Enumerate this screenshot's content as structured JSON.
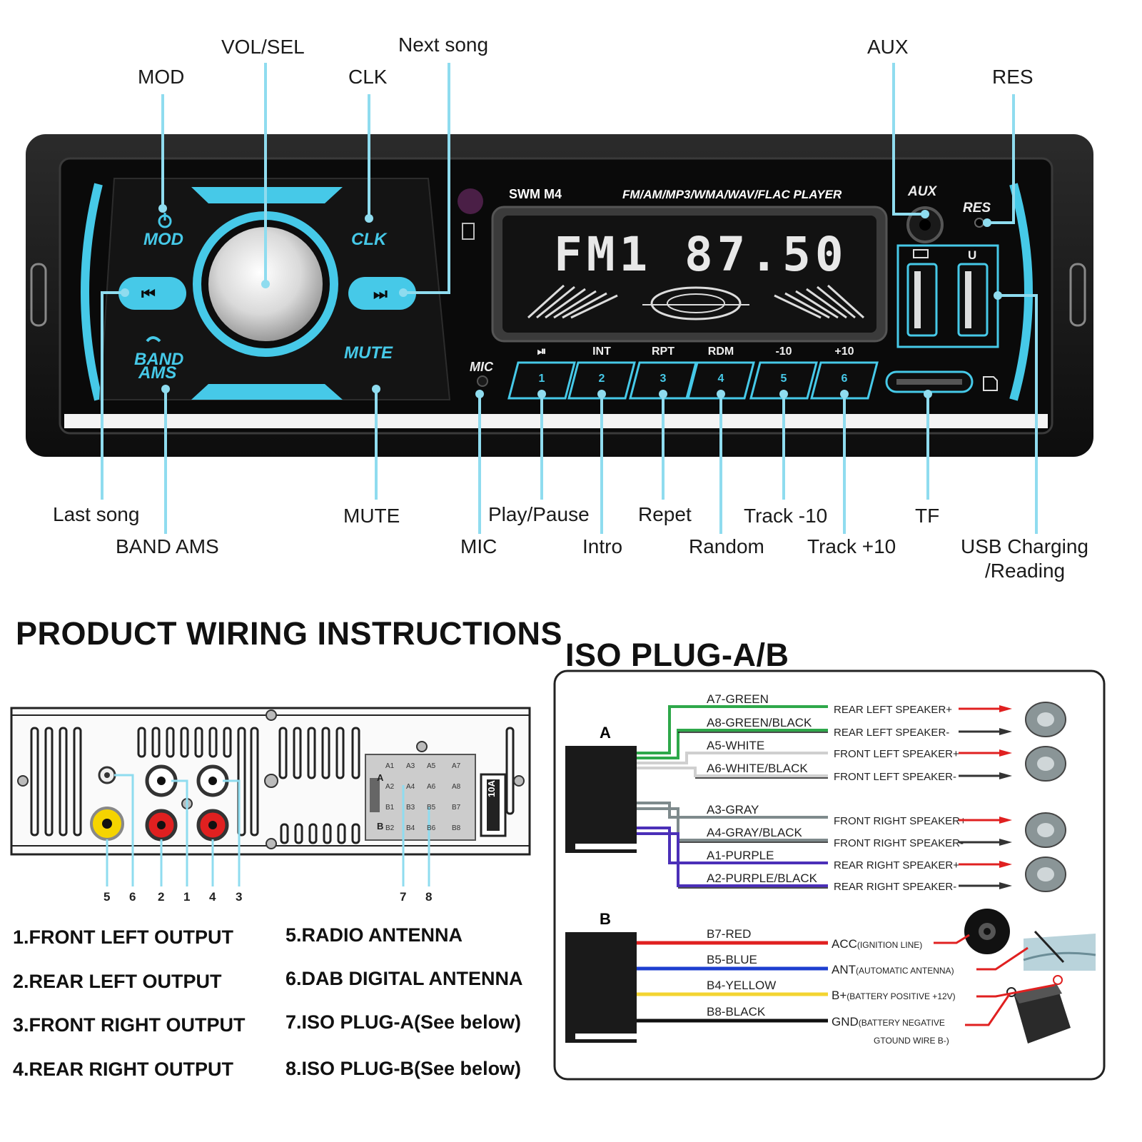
{
  "front_panel": {
    "model": "SWM  M4",
    "formats": "FM/AM/MP3/WMA/WAV/FLAC PLAYER",
    "display": "FM1   87.50",
    "buttons": {
      "mod": "MOD",
      "clk": "CLK",
      "band": "BAND",
      "ams": "AMS",
      "mute": "MUTE",
      "aux": "AUX",
      "res": "RES",
      "mic": "MIC",
      "usb_u": "U",
      "prev_icon": "⏮",
      "next_icon": "⏭"
    },
    "presets": [
      {
        "top": "⏯",
        "num": "1"
      },
      {
        "top": "INT",
        "num": "2"
      },
      {
        "top": "RPT",
        "num": "3"
      },
      {
        "top": "RDM",
        "num": "4"
      },
      {
        "top": "-10",
        "num": "5"
      },
      {
        "top": "+10",
        "num": "6"
      }
    ]
  },
  "callouts": {
    "mod": "MOD",
    "vol_sel": "VOL/SEL",
    "clk": "CLK",
    "next_song": "Next song",
    "aux": "AUX",
    "res": "RES",
    "last_song": "Last song",
    "band_ams": "BAND AMS",
    "mute": "MUTE",
    "mic": "MIC",
    "play_pause": "Play/Pause",
    "intro": "Intro",
    "repet": "Repet",
    "random": "Random",
    "track_minus": "Track -10",
    "track_plus": "Track +10",
    "tf": "TF",
    "usb_1": "USB Charging",
    "usb_2": "/Reading"
  },
  "wiring": {
    "title": "PRODUCT WIRING INSTRUCTIONS",
    "back_numbers": [
      "5",
      "6",
      "2",
      "1",
      "4",
      "3",
      "7",
      "8"
    ],
    "fuse": "10A",
    "iso_labels": {
      "a": "A",
      "b": "B",
      "a_pins": [
        "A1",
        "A3",
        "A5",
        "A7",
        "A2",
        "A4",
        "A6",
        "A8"
      ],
      "b_pins": [
        "B1",
        "B3",
        "B5",
        "B7",
        "B2",
        "B4",
        "B6",
        "B8"
      ]
    },
    "legend": [
      "1.FRONT LEFT OUTPUT",
      "2.REAR LEFT OUTPUT",
      "3.FRONT RIGHT OUTPUT",
      "4.REAR RIGHT OUTPUT",
      "5.RADIO ANTENNA",
      "6.DAB DIGITAL ANTENNA",
      "7.ISO PLUG-A(See below)",
      "8.ISO PLUG-B(See below)"
    ]
  },
  "iso": {
    "title": "ISO PLUG-A/B",
    "plug_a": "A",
    "plug_b": "B",
    "a_wires": [
      {
        "name": "A7-GREEN",
        "fn": "REAR LEFT SPEAKER+",
        "color": "#2ea84a"
      },
      {
        "name": "A8-GREEN/BLACK",
        "fn": "REAR LEFT SPEAKER-",
        "color": "#2ea84a"
      },
      {
        "name": "A5-WHITE",
        "fn": "FRONT LEFT SPEAKER+",
        "color": "#cfcfcf"
      },
      {
        "name": "A6-WHITE/BLACK",
        "fn": "FRONT LEFT SPEAKER-",
        "color": "#cfcfcf"
      },
      {
        "name": "A3-GRAY",
        "fn": "FRONT RIGHT SPEAKER+",
        "color": "#7e8a8c"
      },
      {
        "name": "A4-GRAY/BLACK",
        "fn": "FRONT RIGHT SPEAKER-",
        "color": "#7e8a8c"
      },
      {
        "name": "A1-PURPLE",
        "fn": "REAR RIGHT SPEAKER+",
        "color": "#4b2fb8"
      },
      {
        "name": "A2-PURPLE/BLACK",
        "fn": "REAR RIGHT SPEAKER-",
        "color": "#4b2fb8"
      }
    ],
    "b_wires": [
      {
        "name": "B7-RED",
        "fn": "ACC",
        "fn_small": "(IGNITION LINE)",
        "color": "#e02020"
      },
      {
        "name": "B5-BLUE",
        "fn": "ANT",
        "fn_small": "(AUTOMATIC ANTENNA)",
        "color": "#1d3fd0"
      },
      {
        "name": "B4-YELLOW",
        "fn": "B+",
        "fn_small": "(BATTERY POSITIVE +12V)",
        "color": "#f3d431"
      },
      {
        "name": "B8-BLACK",
        "fn": "GND",
        "fn_small": "(BATTERY NEGATIVE",
        "color": "#111111"
      }
    ],
    "gnd_line2": "GTOUND WIRE B-)",
    "colors": {
      "accent": "#46c9e8",
      "red": "#e02020"
    }
  }
}
